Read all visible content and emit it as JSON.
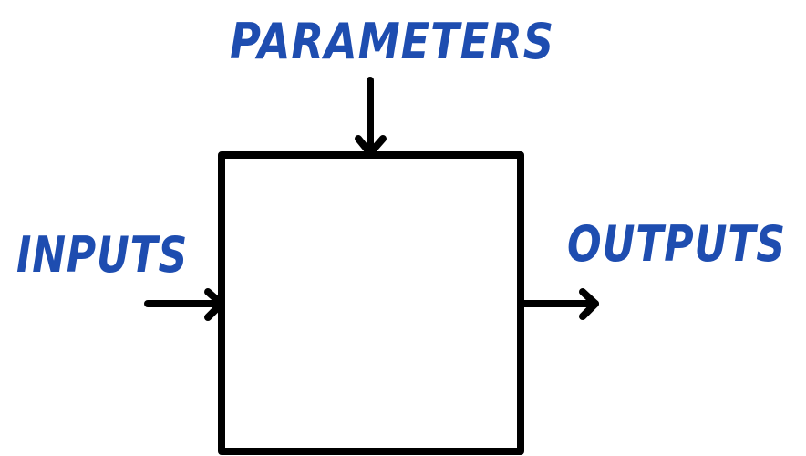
{
  "labels": {
    "parameters": "PARAMETERS",
    "inputs": "INPUTS",
    "outputs": "OUTPUTS"
  },
  "colors": {
    "label": "#1e4db0",
    "stroke": "#000000",
    "background": "#ffffff"
  }
}
